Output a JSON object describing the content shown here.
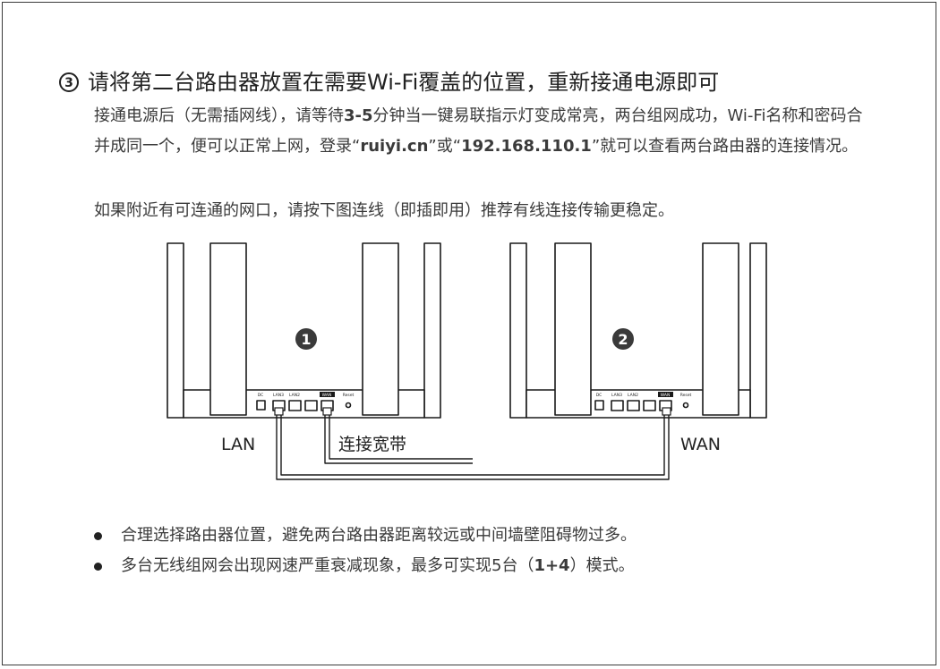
{
  "step": {
    "number": "3",
    "title": "请将第二台路由器放置在需要Wi-Fi覆盖的位置，重新接通电源即可"
  },
  "para1": {
    "t1": "接通电源后（无需插网线），请等待",
    "b1": "3-5",
    "t2": "分钟当一键易联指示灯变成常亮，两台组网成功，Wi-Fi名称和密码合并成同一个，便可以正常上网，登录“",
    "b2": "ruiyi.cn",
    "t3": "”或“",
    "b3": "192.168.110.1",
    "t4": "”就可以查看两台路由器的连接情况。"
  },
  "para2": "如果附近有可连通的网口，请按下图连线（即插即用）推荐有线连接传输更稳定。",
  "diagram": {
    "router1_badge": "1",
    "router2_badge": "2",
    "port_labels": [
      "DC",
      "LAN3",
      "LAN2",
      "WAN",
      "Reset"
    ],
    "label_lan": "LAN",
    "label_broadband": "连接宽带",
    "label_wan": "WAN"
  },
  "bullets": {
    "item1": "合理选择路由器位置，避免两台路由器距离较远或中间墙壁阻碍物过多。",
    "item2_a": "多台无线组网会出现网速严重衰减现象，最多可实现5台（",
    "item2_b": "1+4",
    "item2_c": "）模式。"
  }
}
